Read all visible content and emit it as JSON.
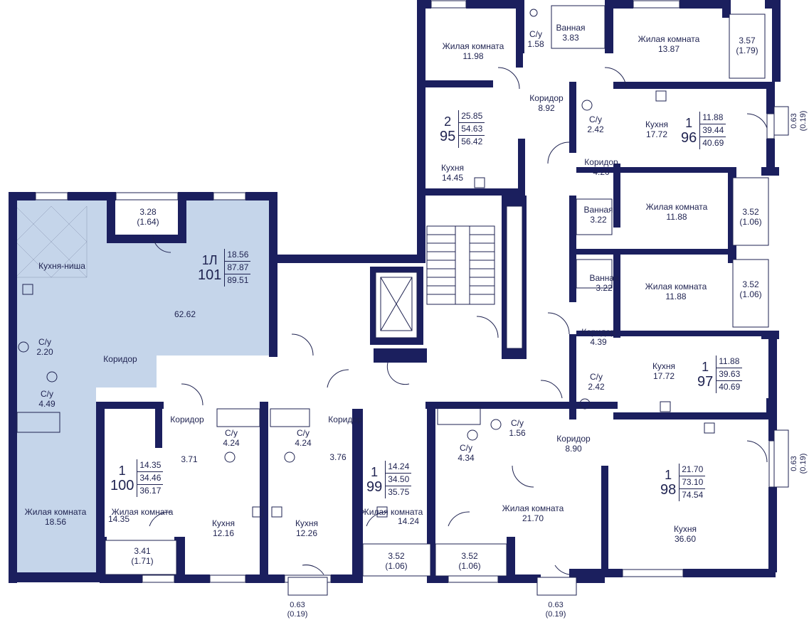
{
  "colors": {
    "wall": "#1b1f5e",
    "highlight": "#c5d5ea",
    "line": "#1e2250",
    "window": "#ffffff"
  },
  "apartments": {
    "apt95": {
      "rooms": "2",
      "number": "95",
      "area1": "25.85",
      "area2": "54.63",
      "area3": "56.42"
    },
    "apt96": {
      "rooms": "1",
      "number": "96",
      "area1": "11.88",
      "area2": "39.44",
      "area3": "40.69"
    },
    "apt97": {
      "rooms": "1",
      "number": "97",
      "area1": "11.88",
      "area2": "39.63",
      "area3": "40.69"
    },
    "apt98": {
      "rooms": "1",
      "number": "98",
      "area1": "21.70",
      "area2": "73.10",
      "area3": "74.54"
    },
    "apt99": {
      "rooms": "1",
      "number": "99",
      "area1": "14.24",
      "area2": "34.50",
      "area3": "35.75"
    },
    "apt100": {
      "rooms": "1",
      "number": "100",
      "area1": "14.35",
      "area2": "34.46",
      "area3": "36.17"
    },
    "apt101": {
      "rooms": "1Л",
      "number": "101",
      "area1": "18.56",
      "area2": "87.87",
      "area3": "89.51"
    }
  },
  "rooms": {
    "r95_living": {
      "name": "Жилая комната",
      "area": "11.98"
    },
    "r95_wc": {
      "name": "С/у",
      "area": "1.58"
    },
    "r95_bath": {
      "name": "Ванная",
      "area": "3.83"
    },
    "r_living_1387": {
      "name": "Жилая комната",
      "area": "13.87"
    },
    "r95_corridor": {
      "name": "Коридор",
      "area": "8.92"
    },
    "r95_kitchen": {
      "name": "Кухня",
      "area": "14.45"
    },
    "r96_wc": {
      "name": "С/у",
      "area": "2.42"
    },
    "r96_kitchen": {
      "name": "Кухня",
      "area": "17.72"
    },
    "r96_corridor": {
      "name": "Коридор",
      "area": "4.20"
    },
    "r96_bath": {
      "name": "Ванная",
      "area": "3.22"
    },
    "r96_living": {
      "name": "Жилая комната",
      "area": "11.88"
    },
    "r97_bath": {
      "name": "Ванная",
      "area": "3.22"
    },
    "r97_living": {
      "name": "Жилая комната",
      "area": "11.88"
    },
    "r97_corridor": {
      "name": "Коридор",
      "area": "4.39"
    },
    "r97_kitchen": {
      "name": "Кухня",
      "area": "17.72"
    },
    "r97_wc": {
      "name": "С/у",
      "area": "2.42"
    },
    "r101_kitchen_niche": {
      "name": "Кухня-ниша",
      "area": ""
    },
    "r101_main": {
      "name": "",
      "area": "62.62"
    },
    "r101_wc1": {
      "name": "С/у",
      "area": "2.20"
    },
    "r101_wc2": {
      "name": "С/у",
      "area": "4.49"
    },
    "r101_living": {
      "name": "Жилая комната",
      "area": "18.56"
    },
    "corridor_common": {
      "name": "Коридор",
      "area": ""
    },
    "r100_corridor": {
      "name": "Коридор",
      "area": "3.71"
    },
    "r100_wc": {
      "name": "С/у",
      "area": "4.24"
    },
    "r100_living": {
      "name": "Жилая комната",
      "area": "14.35"
    },
    "r100_kitchen": {
      "name": "Кухня",
      "area": "12.16"
    },
    "r99_corridor": {
      "name": "Коридор",
      "area": "3.76"
    },
    "r99_wc": {
      "name": "С/у",
      "area": "4.24"
    },
    "r99_kitchen": {
      "name": "Кухня",
      "area": "12.26"
    },
    "r99_living": {
      "name": "Жилая комната",
      "area": "14.24"
    },
    "r98_wc1": {
      "name": "С/у",
      "area": "4.34"
    },
    "r98_wc2": {
      "name": "С/у",
      "area": "1.56"
    },
    "r98_corridor": {
      "name": "Коридор",
      "area": "8.90"
    },
    "r98_living": {
      "name": "Жилая комната",
      "area": "21.70"
    },
    "r98_kitchen": {
      "name": "Кухня",
      "area": "36.60"
    }
  },
  "balconies": {
    "b_top_right": {
      "area": "3.57",
      "reduced": "(1.79)"
    },
    "b_101": {
      "area": "3.28",
      "reduced": "(1.64)"
    },
    "b_96": {
      "area": "3.52",
      "reduced": "(1.06)"
    },
    "b_97": {
      "area": "3.52",
      "reduced": "(1.06)"
    },
    "b_100": {
      "area": "3.41",
      "reduced": "(1.71)"
    },
    "b_99": {
      "area": "3.52",
      "reduced": "(1.06)"
    },
    "b_98": {
      "area": "3.52",
      "reduced": "(1.06)"
    },
    "f_96": {
      "area": "0.63",
      "reduced": "(0.19)"
    },
    "f_98": {
      "area": "0.63",
      "reduced": "(0.19)"
    },
    "f_bottom_left": {
      "area": "0.63",
      "reduced": "(0.19)"
    },
    "f_bottom_mid": {
      "area": "0.63",
      "reduced": "(0.19)"
    }
  }
}
